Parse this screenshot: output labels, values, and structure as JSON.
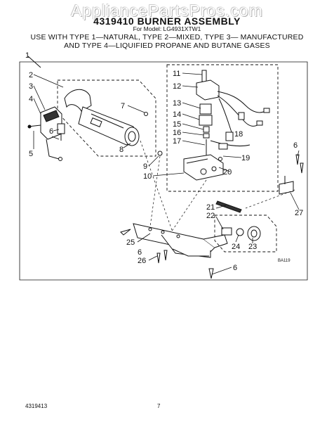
{
  "watermark": "AppliancePartsPros.com",
  "header": {
    "title": "4319410 BURNER ASSEMBLY",
    "model": "For Model: LG4931XTW1",
    "use_line_1": "USE WITH TYPE 1—NATURAL, TYPE 2—MIXED, TYPE 3— MANUFACTURED",
    "use_line_2": "AND TYPE 4—LIQUIFIED PROPANE AND BUTANE GASES"
  },
  "callouts": {
    "c1": "1",
    "c2": "2",
    "c3": "3",
    "c4": "4",
    "c5": "5",
    "c6a": "6",
    "c6b": "6",
    "c6c": "6",
    "c6d": "6",
    "c7": "7",
    "c8": "8",
    "c9": "9",
    "c10": "10",
    "c11": "11",
    "c12": "12",
    "c13": "13",
    "c14": "14",
    "c15": "15",
    "c16": "16",
    "c17": "17",
    "c18": "18",
    "c19": "19",
    "c20": "20",
    "c21": "21",
    "c22": "22",
    "c23": "23",
    "c24": "24",
    "c25": "25",
    "c26": "26",
    "c27": "27"
  },
  "figure_code": "BA119",
  "footer": {
    "doc_number": "4319413",
    "page_number": "7"
  }
}
